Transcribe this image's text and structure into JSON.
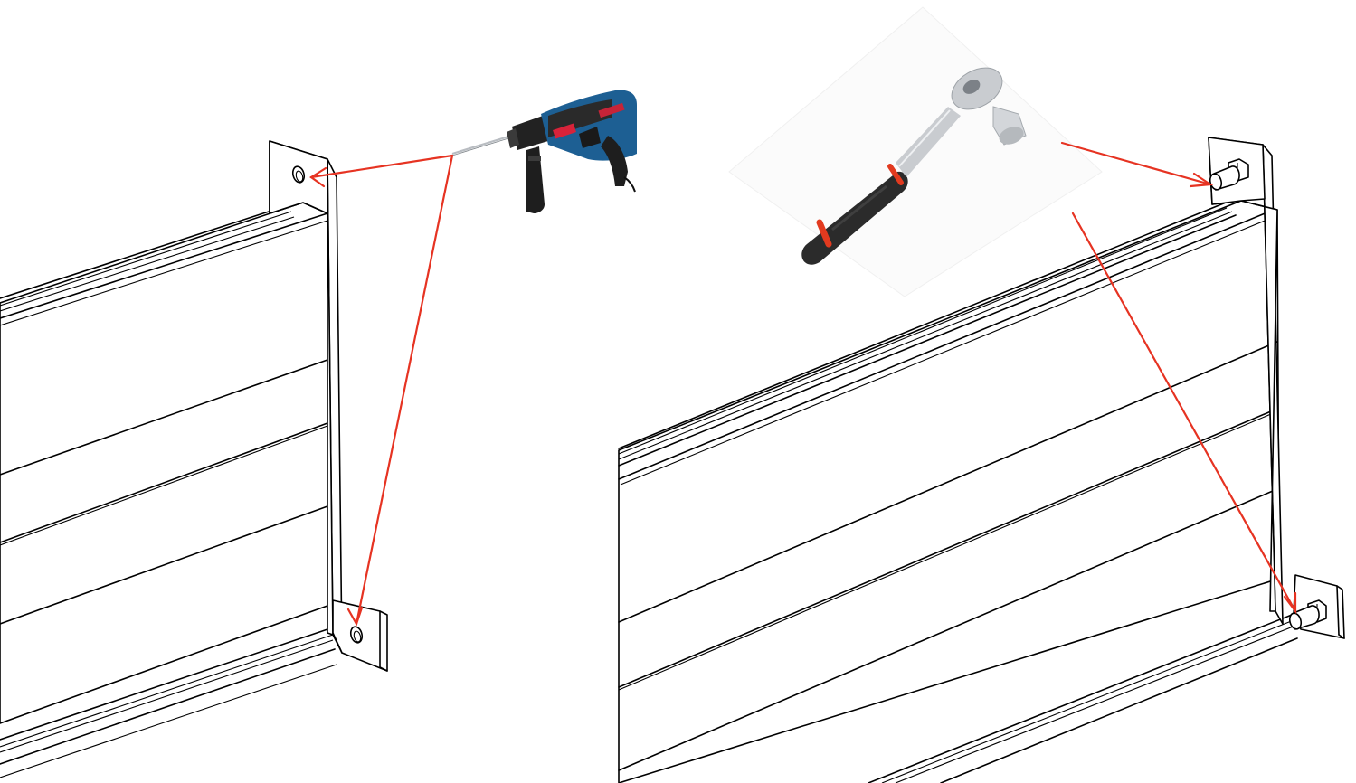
{
  "diagram": {
    "steps": [
      {
        "step": "drill-mounting-holes",
        "tool": "hammer-drill-icon",
        "targets": 2
      },
      {
        "step": "tighten-bolts",
        "tool": "ratchet-wrench-icon",
        "targets": 2
      }
    ]
  },
  "colors": {
    "arrow": "#e63322",
    "outline": "#000000",
    "background": "#ffffff",
    "drill_body": "#1d5f93",
    "drill_grip": "#1e1e1e",
    "drill_accent": "#d8233a",
    "ratchet_handle": "#2b2b2b",
    "ratchet_ring": "#e23a1f",
    "ratchet_metal": "#c9ccd0"
  }
}
